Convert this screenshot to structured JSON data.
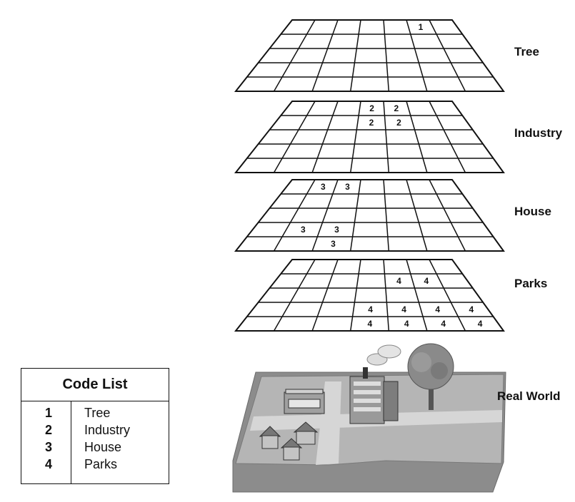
{
  "layers": [
    {
      "label": "Tree",
      "codes": [
        {
          "row": 0,
          "col": 5,
          "value": "1"
        }
      ]
    },
    {
      "label": "Industry",
      "codes": [
        {
          "row": 0,
          "col": 3,
          "value": "2"
        },
        {
          "row": 0,
          "col": 4,
          "value": "2"
        },
        {
          "row": 1,
          "col": 3,
          "value": "2"
        },
        {
          "row": 1,
          "col": 4,
          "value": "2"
        }
      ]
    },
    {
      "label": "House",
      "codes": [
        {
          "row": 0,
          "col": 1,
          "value": "3"
        },
        {
          "row": 0,
          "col": 2,
          "value": "3"
        },
        {
          "row": 3,
          "col": 1,
          "value": "3"
        },
        {
          "row": 3,
          "col": 2,
          "value": "3"
        },
        {
          "row": 4,
          "col": 2,
          "value": "3"
        }
      ]
    },
    {
      "label": "Parks",
      "codes": [
        {
          "row": 1,
          "col": 4,
          "value": "4"
        },
        {
          "row": 1,
          "col": 5,
          "value": "4"
        },
        {
          "row": 3,
          "col": 3,
          "value": "4"
        },
        {
          "row": 3,
          "col": 4,
          "value": "4"
        },
        {
          "row": 3,
          "col": 5,
          "value": "4"
        },
        {
          "row": 3,
          "col": 6,
          "value": "4"
        },
        {
          "row": 4,
          "col": 3,
          "value": "4"
        },
        {
          "row": 4,
          "col": 4,
          "value": "4"
        },
        {
          "row": 4,
          "col": 5,
          "value": "4"
        },
        {
          "row": 4,
          "col": 6,
          "value": "4"
        }
      ]
    }
  ],
  "real_world": {
    "label": "Real World"
  },
  "legend": {
    "title": "Code List",
    "items": [
      {
        "code": "1",
        "name": "Tree"
      },
      {
        "code": "2",
        "name": "Industry"
      },
      {
        "code": "3",
        "name": "House"
      },
      {
        "code": "4",
        "name": "Parks"
      }
    ]
  },
  "colors": {
    "ground_top": "#b5b5b5",
    "ground_side": "#8c8c8c",
    "road": "#d6d6d6",
    "building": "#a0a0a0",
    "line": "#111111"
  }
}
